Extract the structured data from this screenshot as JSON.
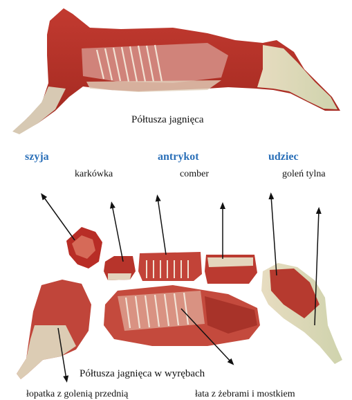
{
  "captions": {
    "top": "Półtusza jagnięca",
    "bottom": "Półtusza jagnięca w wyrębach"
  },
  "cuts": {
    "neck": "szyja",
    "rack": "antrykot",
    "leg": "udziec",
    "neck_chop": "karkówka",
    "loin": "comber",
    "hind_shank": "goleń tylna",
    "shoulder_with_foreshank": "łopatka z golenią przednią",
    "breast_with_ribs": "łata z żebrami i mostkiem"
  },
  "colors": {
    "blue_label": "#2a6fb8",
    "meat_red": "#b8312b",
    "meat_dark": "#8c1f1c",
    "fat_cream": "#e6dcc2",
    "fat_green": "#c9cfa8",
    "arrow": "#111111"
  }
}
